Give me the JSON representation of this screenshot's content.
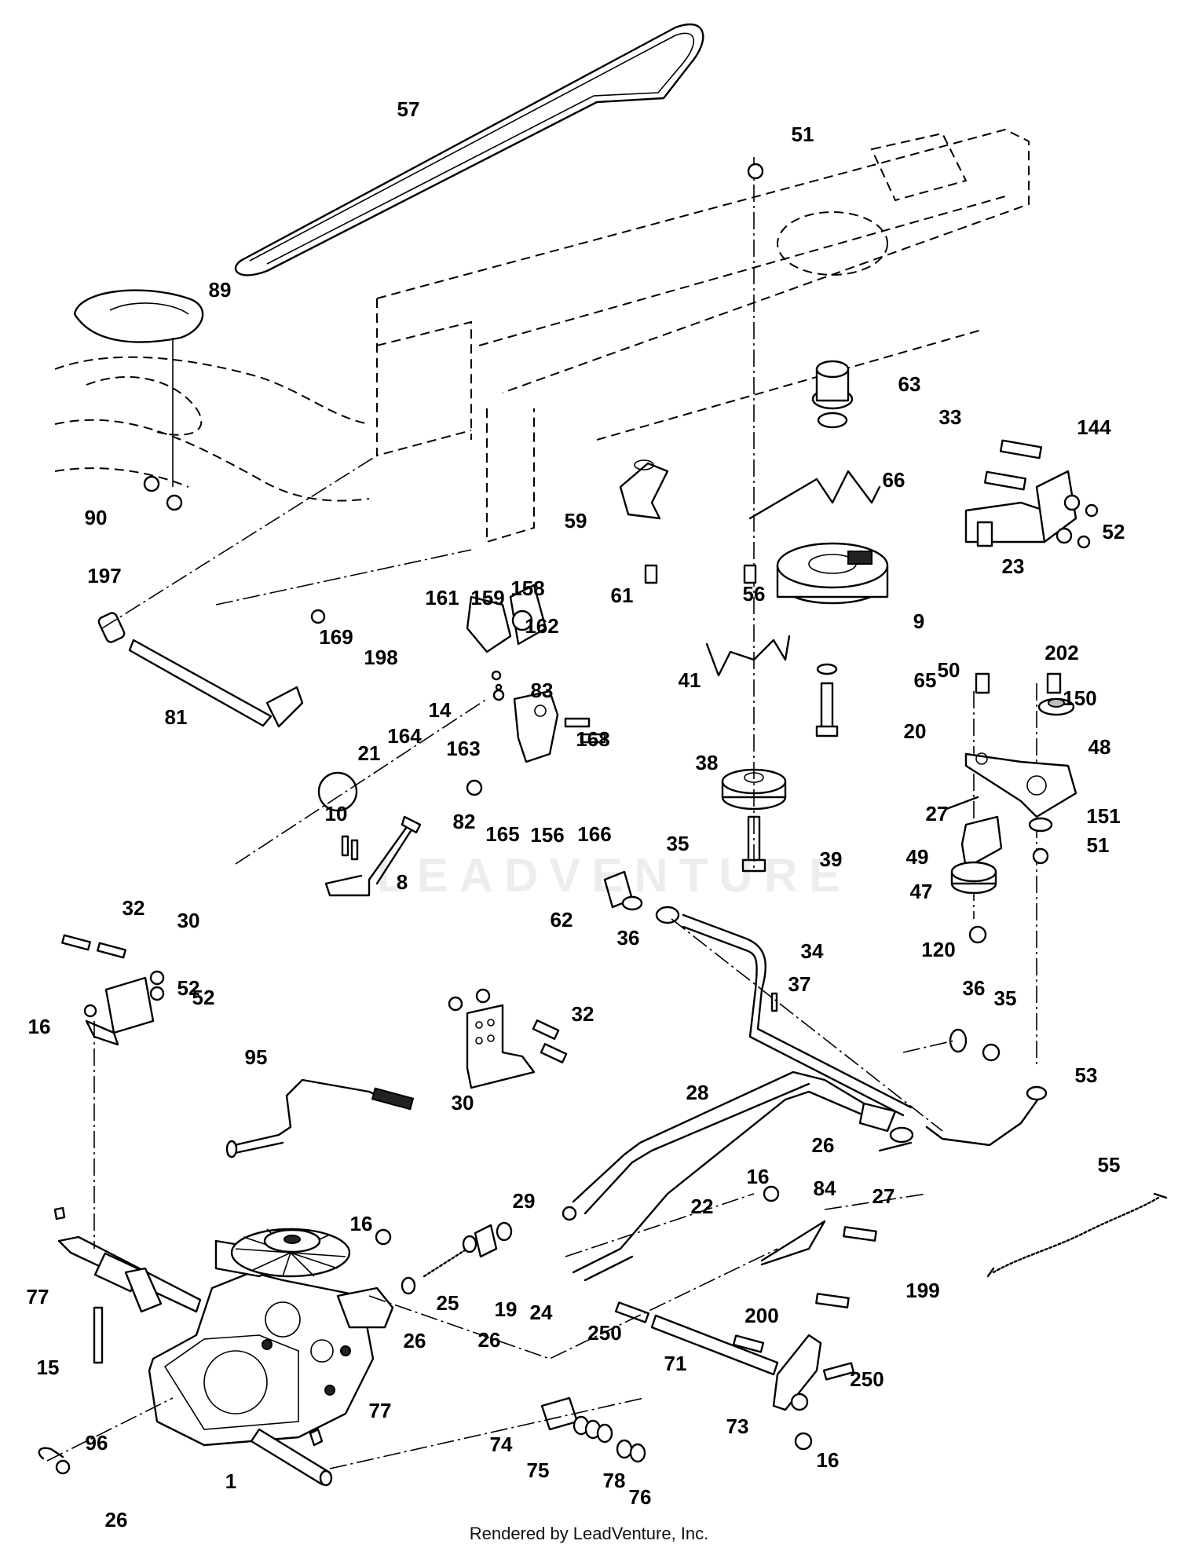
{
  "footer": "Rendered by LeadVenture, Inc.",
  "watermark": "LEADVENTURE",
  "callouts": [
    {
      "id": "57"
    },
    {
      "id": "51"
    },
    {
      "id": "89"
    },
    {
      "id": "63"
    },
    {
      "id": "33"
    },
    {
      "id": "144"
    },
    {
      "id": "66"
    },
    {
      "id": "90"
    },
    {
      "id": "59"
    },
    {
      "id": "52"
    },
    {
      "id": "23"
    },
    {
      "id": "197"
    },
    {
      "id": "61"
    },
    {
      "id": "56"
    },
    {
      "id": "9"
    },
    {
      "id": "161"
    },
    {
      "id": "159"
    },
    {
      "id": "158"
    },
    {
      "id": "169"
    },
    {
      "id": "162"
    },
    {
      "id": "198"
    },
    {
      "id": "83"
    },
    {
      "id": "41"
    },
    {
      "id": "65"
    },
    {
      "id": "50"
    },
    {
      "id": "202"
    },
    {
      "id": "150"
    },
    {
      "id": "81"
    },
    {
      "id": "164"
    },
    {
      "id": "14"
    },
    {
      "id": "20"
    },
    {
      "id": "48"
    },
    {
      "id": "163"
    },
    {
      "id": "168"
    },
    {
      "id": "21"
    },
    {
      "id": "38"
    },
    {
      "id": "27"
    },
    {
      "id": "151"
    },
    {
      "id": "10"
    },
    {
      "id": "82"
    },
    {
      "id": "156"
    },
    {
      "id": "166"
    },
    {
      "id": "165"
    },
    {
      "id": "35"
    },
    {
      "id": "51"
    },
    {
      "id": "49"
    },
    {
      "id": "39"
    },
    {
      "id": "8"
    },
    {
      "id": "47"
    },
    {
      "id": "62"
    },
    {
      "id": "32"
    },
    {
      "id": "30"
    },
    {
      "id": "36"
    },
    {
      "id": "34"
    },
    {
      "id": "120"
    },
    {
      "id": "52"
    },
    {
      "id": "52"
    },
    {
      "id": "32"
    },
    {
      "id": "37"
    },
    {
      "id": "36"
    },
    {
      "id": "16"
    },
    {
      "id": "35"
    },
    {
      "id": "95"
    },
    {
      "id": "30"
    },
    {
      "id": "53"
    },
    {
      "id": "28"
    },
    {
      "id": "26"
    },
    {
      "id": "55"
    },
    {
      "id": "29"
    },
    {
      "id": "22"
    },
    {
      "id": "16"
    },
    {
      "id": "84"
    },
    {
      "id": "27"
    },
    {
      "id": "16"
    },
    {
      "id": "77"
    },
    {
      "id": "25"
    },
    {
      "id": "19"
    },
    {
      "id": "24"
    },
    {
      "id": "199"
    },
    {
      "id": "26"
    },
    {
      "id": "26"
    },
    {
      "id": "250"
    },
    {
      "id": "200"
    },
    {
      "id": "15"
    },
    {
      "id": "71"
    },
    {
      "id": "250"
    },
    {
      "id": "77"
    },
    {
      "id": "74"
    },
    {
      "id": "96"
    },
    {
      "id": "75"
    },
    {
      "id": "73"
    },
    {
      "id": "1"
    },
    {
      "id": "78"
    },
    {
      "id": "76"
    },
    {
      "id": "16"
    },
    {
      "id": "26"
    }
  ]
}
